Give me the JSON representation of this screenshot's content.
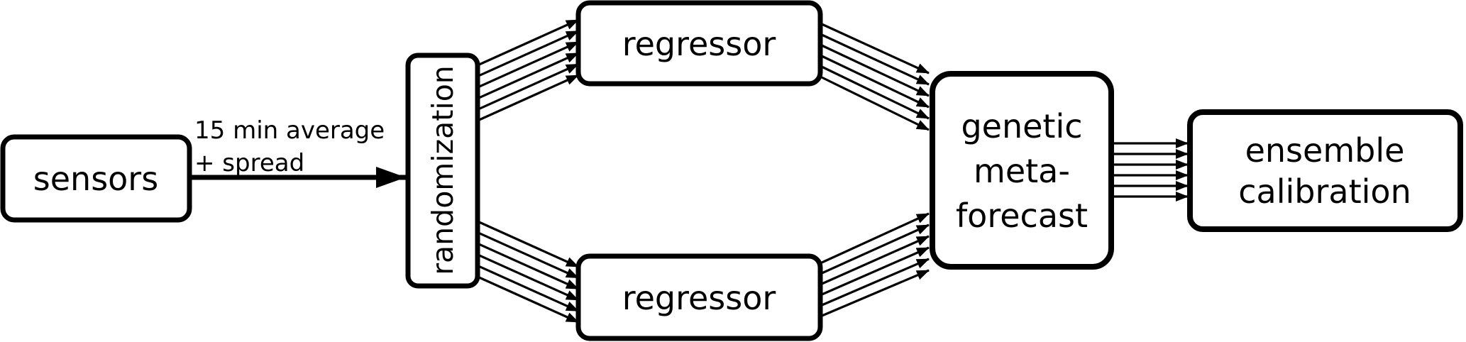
{
  "diagram": {
    "type": "flowchart",
    "direction": "left-to-right",
    "nodes": {
      "sensors": {
        "label": "sensors"
      },
      "randomization": {
        "label": "randomization",
        "text_orientation": "vertical"
      },
      "regressor_top": {
        "label": "regressor"
      },
      "regressor_bottom": {
        "label": "regressor"
      },
      "genetic": {
        "lines": [
          "genetic",
          "meta-",
          "forecast"
        ]
      },
      "ensemble": {
        "lines": [
          "ensemble",
          "calibration"
        ]
      }
    },
    "edges": [
      {
        "from": "sensors",
        "to": "randomization",
        "arrows": 1,
        "style": "bold",
        "label_lines": [
          "15 min average",
          "+ spread"
        ]
      },
      {
        "from": "randomization",
        "to": "regressor_top",
        "arrows": 6,
        "style": "thin"
      },
      {
        "from": "randomization",
        "to": "regressor_bottom",
        "arrows": 6,
        "style": "thin"
      },
      {
        "from": "regressor_top",
        "to": "genetic",
        "arrows": 6,
        "style": "thin"
      },
      {
        "from": "regressor_bottom",
        "to": "genetic",
        "arrows": 6,
        "style": "thin"
      },
      {
        "from": "genetic",
        "to": "ensemble",
        "arrows": 6,
        "style": "thin"
      }
    ],
    "colors": {
      "background": "#ffffff",
      "node_fill": "#ffffff",
      "stroke": "#000000",
      "text": "#000000"
    }
  }
}
